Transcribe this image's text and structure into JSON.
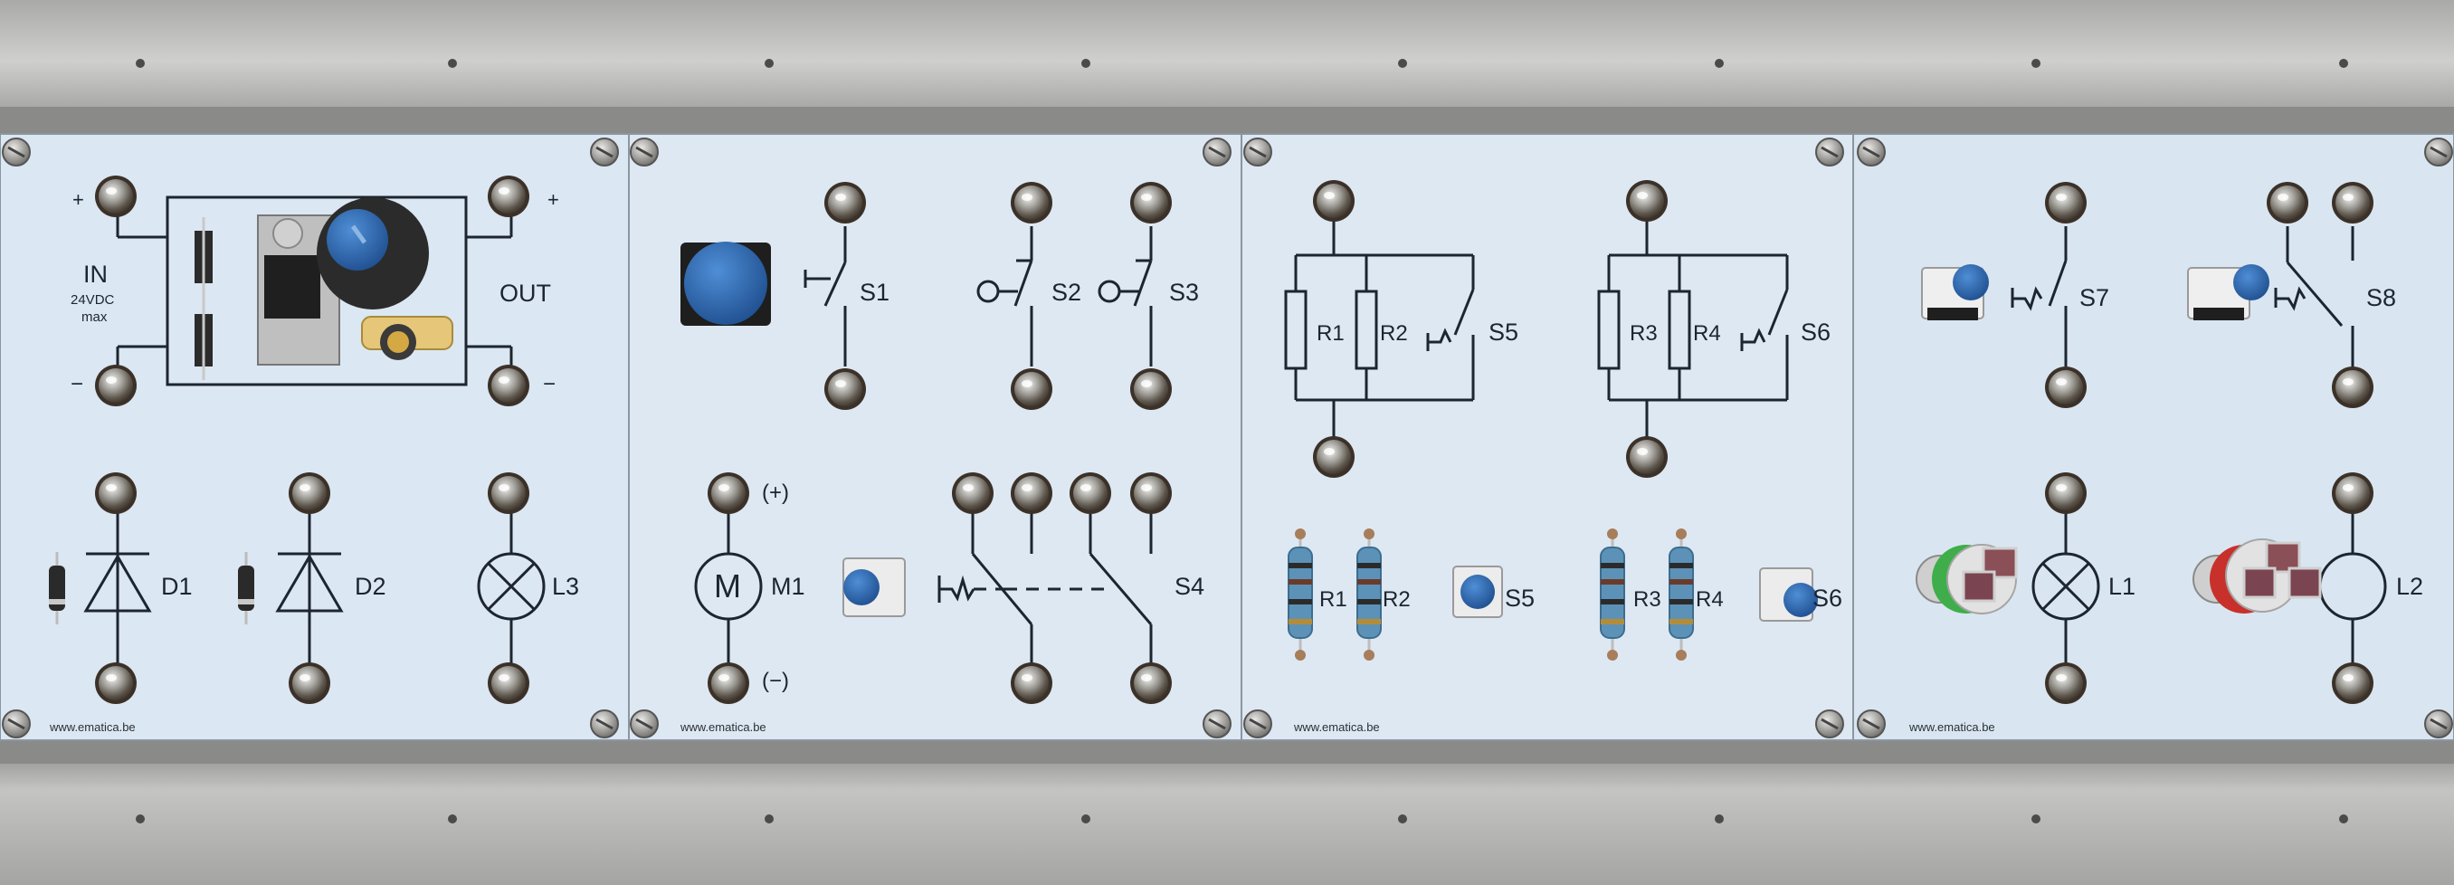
{
  "brand_url": "www.ematica.be",
  "panels": {
    "power": {
      "in_label": "IN",
      "in_spec_line1": "24VDC",
      "in_spec_line2": "max",
      "out_label": "OUT",
      "plus": "+",
      "minus": "−",
      "d1": "D1",
      "d2": "D2",
      "l3": "L3"
    },
    "switches": {
      "s1": "S1",
      "s2": "S2",
      "s3": "S3",
      "s4": "S4",
      "m1": "M1",
      "motor_symbol": "M",
      "plus_term": "(+)",
      "minus_term": "(−)"
    },
    "resistors": {
      "r1": "R1",
      "r2": "R2",
      "r3": "R3",
      "r4": "R4",
      "s5": "S5",
      "s6": "S6"
    },
    "lamps": {
      "s7": "S7",
      "s8": "S8",
      "l1": "L1",
      "l2": "L2"
    }
  },
  "colors": {
    "panel": "#d8e6f1",
    "aluminium": "#c7c9c8",
    "button_blue": "#2f6fb8",
    "schematic_ink": "#1c2530",
    "led_green": "#3fae4a",
    "led_red": "#c8302c"
  }
}
